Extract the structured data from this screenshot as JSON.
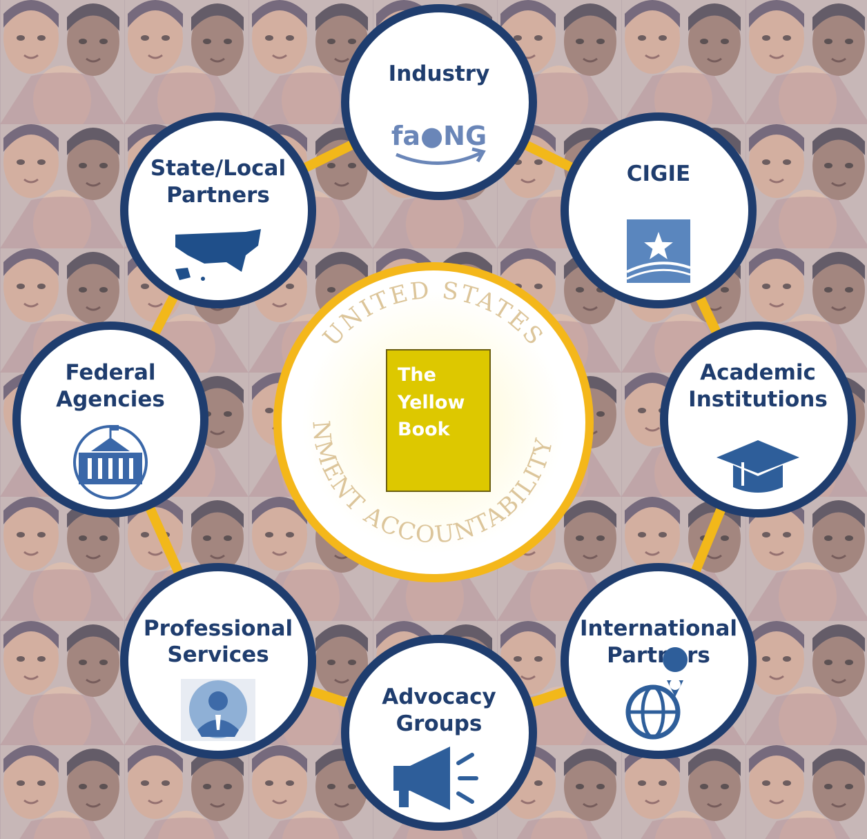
{
  "center": {
    "book_lines": [
      "The",
      "Yellow",
      "Book"
    ],
    "seal_top": "UNITED STATES",
    "seal_bottom": "GOVERNMENT ACCOUNTABILITY OFFICE"
  },
  "nodes": [
    {
      "id": "industry",
      "lines": [
        "Industry"
      ],
      "icon": "faang-logo-icon",
      "logo_text": "fa●NG"
    },
    {
      "id": "cigie",
      "lines": [
        "CIGIE"
      ],
      "icon": "cigie-star-flag-icon"
    },
    {
      "id": "academic",
      "lines": [
        "Academic",
        "Institutions"
      ],
      "icon": "graduation-cap-icon"
    },
    {
      "id": "international",
      "lines": [
        "International",
        "Partners"
      ],
      "icon": "globe-location-pin-icon"
    },
    {
      "id": "advocacy",
      "lines": [
        "Advocacy",
        "Groups"
      ],
      "icon": "megaphone-icon"
    },
    {
      "id": "professional",
      "lines": [
        "Professional",
        "Services"
      ],
      "icon": "business-person-avatar-icon"
    },
    {
      "id": "federal",
      "lines": [
        "Federal",
        "Agencies"
      ],
      "icon": "government-building-icon"
    },
    {
      "id": "statelocal",
      "lines": [
        "State/Local",
        "Partners"
      ],
      "icon": "us-map-icon"
    }
  ],
  "colors": {
    "navy": "#1f3d6e",
    "gold_ring": "#f2b81a",
    "book_fill": "#ddc800",
    "icon_blue": "#2e5e9a"
  }
}
